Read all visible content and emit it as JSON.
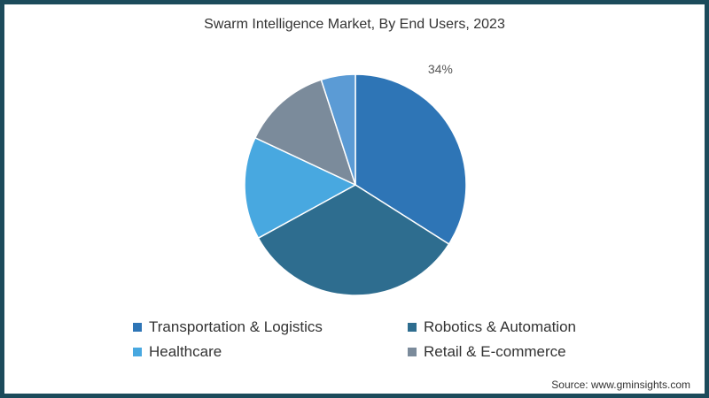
{
  "chart_data": {
    "type": "pie",
    "title": "Swarm Intelligence Market, By End Users, 2023",
    "slices": [
      {
        "name": "Transportation & Logistics",
        "value": 34,
        "color": "#2e75b6",
        "label": "34%"
      },
      {
        "name": "Robotics & Automation",
        "value": 33,
        "color": "#2e6d8f",
        "label": ""
      },
      {
        "name": "Healthcare",
        "value": 15,
        "color": "#48a8e0",
        "label": ""
      },
      {
        "name": "Retail & E-commerce",
        "value": 13,
        "color": "#7b8b9b",
        "label": ""
      },
      {
        "name": "",
        "value": 5,
        "color": "#5b9bd5",
        "label": ""
      }
    ],
    "legend": [
      "Transportation & Logistics",
      "Robotics & Automation",
      "Healthcare",
      "Retail & E-commerce"
    ],
    "legend_placement": "bottom",
    "source": "Source: www.gminsights.com"
  }
}
